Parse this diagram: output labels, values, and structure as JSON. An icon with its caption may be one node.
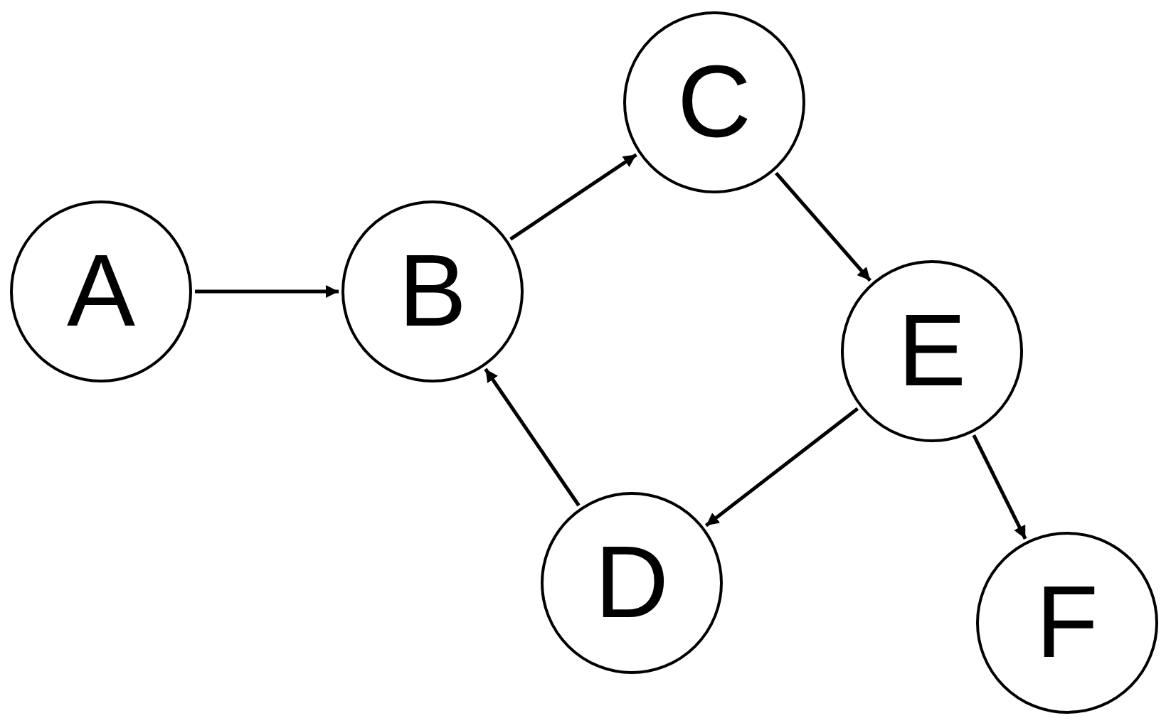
{
  "diagram": {
    "nodes": [
      {
        "text": [
          "A"
        ]
      },
      {
        "text": [
          "B"
        ]
      },
      {
        "text": [
          "C"
        ]
      },
      {
        "text": [
          "D"
        ]
      },
      {
        "text": [
          "E"
        ]
      },
      {
        "text": [
          "F"
        ]
      }
    ],
    "edges": [
      {
        "from": 0,
        "to": 1,
        "arrow": "to"
      },
      {
        "from": 1,
        "to": 2,
        "arrow": "to"
      },
      {
        "from": 2,
        "to": 4,
        "arrow": "to"
      },
      {
        "from": 4,
        "to": 3,
        "arrow": "to"
      },
      {
        "from": 3,
        "to": 1,
        "arrow": "to"
      },
      {
        "from": 4,
        "to": 5,
        "arrow": "to"
      }
    ]
  }
}
